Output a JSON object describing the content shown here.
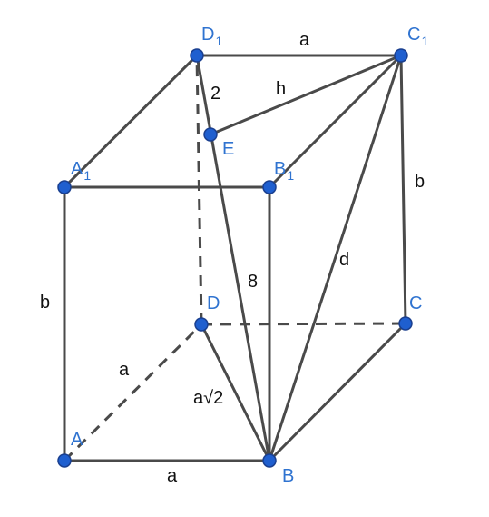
{
  "colors": {
    "edge": "#4a4a4a",
    "vertex_fill": "#1f5fcf",
    "vertex_label": "#2f73d0",
    "edge_label": "#111111"
  },
  "vertices": {
    "A": {
      "name": "A",
      "sub": ""
    },
    "B": {
      "name": "B",
      "sub": ""
    },
    "C": {
      "name": "C",
      "sub": ""
    },
    "D": {
      "name": "D",
      "sub": ""
    },
    "A1": {
      "name": "A",
      "sub": "1"
    },
    "B1": {
      "name": "B",
      "sub": "1"
    },
    "C1": {
      "name": "C",
      "sub": "1"
    },
    "D1": {
      "name": "D",
      "sub": "1"
    },
    "E": {
      "name": "E",
      "sub": ""
    }
  },
  "edge_labels": {
    "D1C1": "a",
    "D1E": "2",
    "EC1": "h",
    "CC1": "b",
    "AA1": "b",
    "EB": "8",
    "BC1": "d",
    "AD": "a",
    "DB": "a√2",
    "AB": "a"
  }
}
